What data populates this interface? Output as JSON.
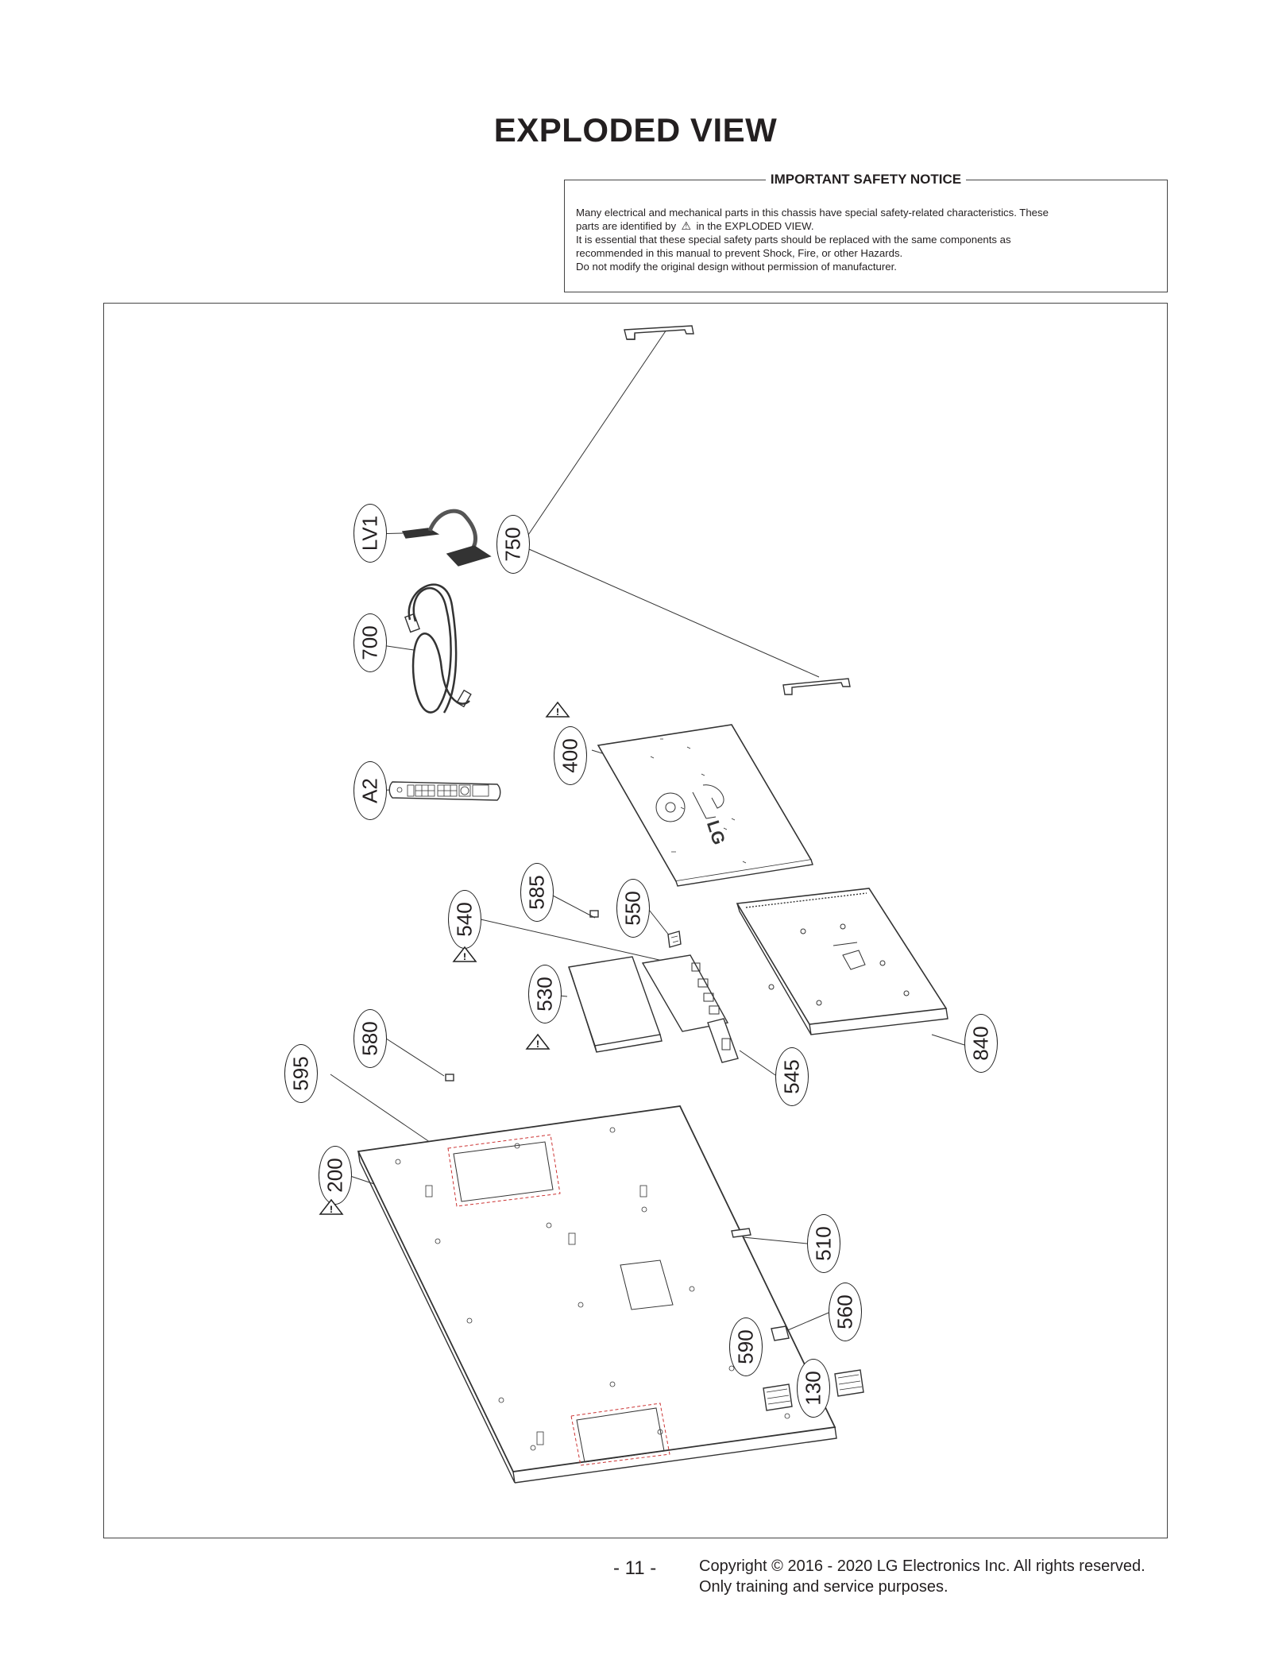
{
  "title": "EXPLODED VIEW",
  "notice": {
    "heading": "IMPORTANT SAFETY NOTICE",
    "line1": "Many electrical and mechanical parts in this chassis have special safety-related characteristics. These",
    "line2a": "parts are identified by",
    "line2b": "in the EXPLODED VIEW.",
    "line3": "It is essential that these special safety parts should be replaced with the same components as",
    "line4": "recommended in this manual to prevent Shock, Fire, or other Hazards.",
    "line5": "Do not modify the original design without permission of manufacturer."
  },
  "part_labels": {
    "lv1": "LV1",
    "p750": "750",
    "p700": "700",
    "a2": "A2",
    "p400": "400",
    "p585": "585",
    "p550": "550",
    "p540": "540",
    "p530": "530",
    "p840": "840",
    "p580": "580",
    "p595": "595",
    "p545": "545",
    "p200": "200",
    "p510": "510",
    "p560": "560",
    "p590": "590",
    "p130": "130"
  },
  "panel_logo": "LG",
  "footer": {
    "page_number": "- 11 -",
    "copyright_line1": "Copyright © 2016 - 2020 LG Electronics Inc. All rights reserved.",
    "copyright_line2": "Only training and service purposes."
  }
}
